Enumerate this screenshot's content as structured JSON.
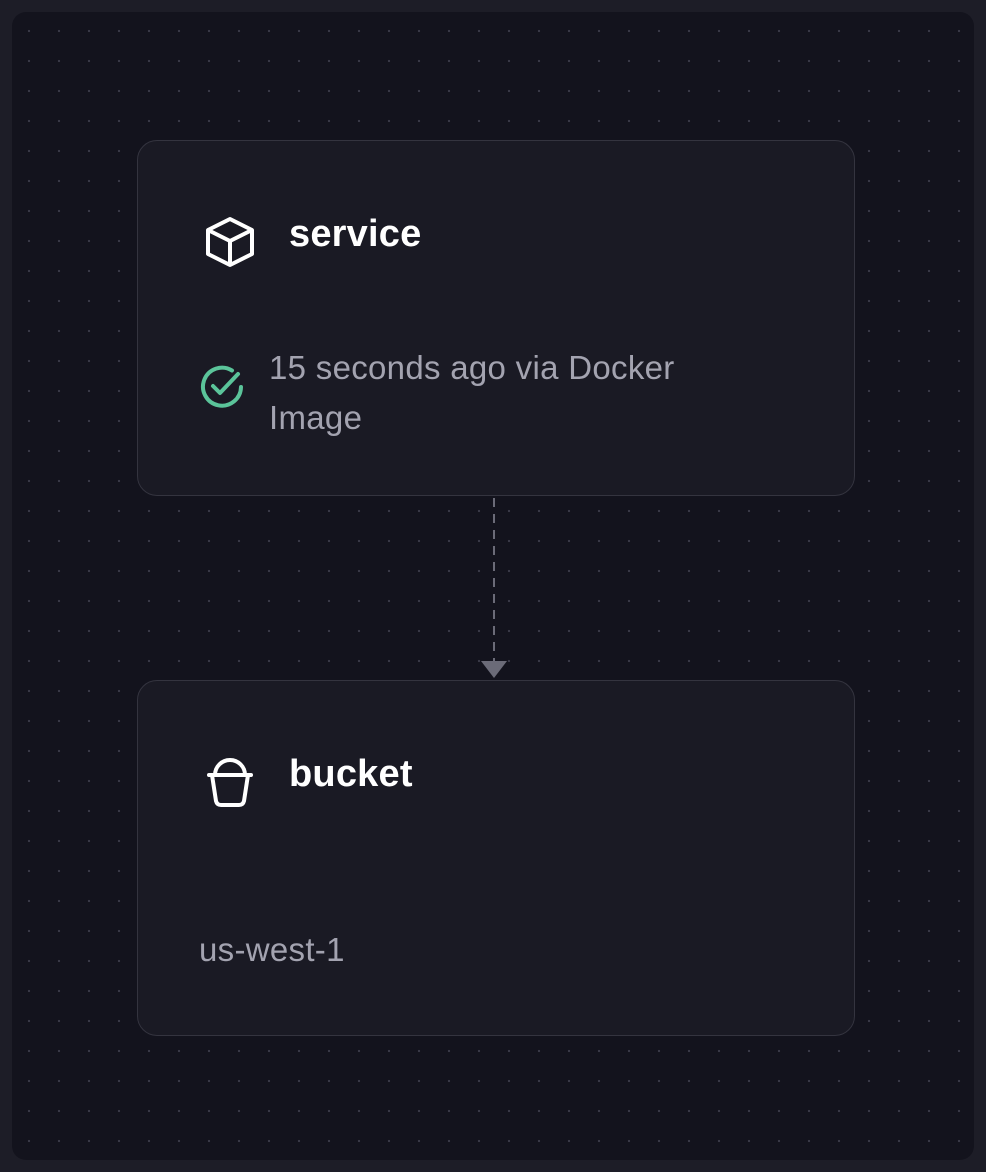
{
  "nodes": {
    "service": {
      "title": "service",
      "icon": "box-icon",
      "status_icon": "check-circle-icon",
      "status_color": "#5bc49a",
      "status_text": "15 seconds ago via Docker Image"
    },
    "bucket": {
      "title": "bucket",
      "icon": "bucket-icon",
      "region": "us-west-1"
    }
  },
  "edges": [
    {
      "from": "service",
      "to": "bucket",
      "style": "dashed"
    }
  ],
  "colors": {
    "background": "#13131d",
    "node_background": "#1a1a24",
    "node_border": "#34343f",
    "edge": "#6b6b78"
  }
}
